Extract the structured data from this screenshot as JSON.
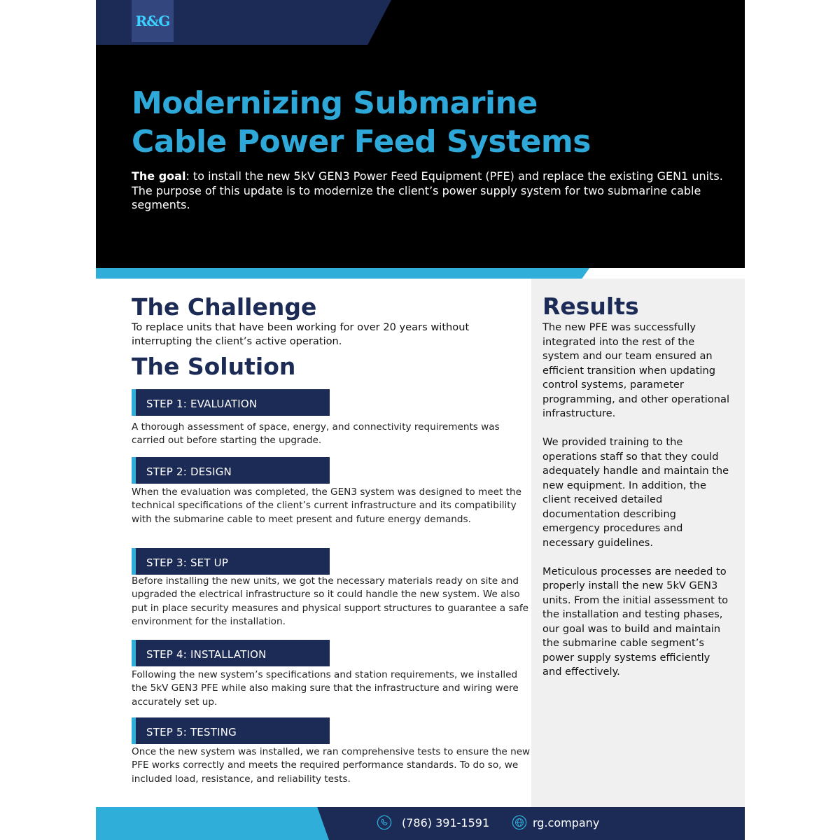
{
  "logo": {
    "text": "R&G"
  },
  "header": {
    "title_line1": "Modernizing Submarine",
    "title_line2": "Cable Power Feed Systems",
    "goal_label": "The goal",
    "goal_text": ": to install the new 5kV GEN3 Power Feed Equipment (PFE) and replace the existing GEN1 units. The purpose of this update is to modernize the client’s power supply system for two submarine cable segments."
  },
  "challenge": {
    "heading": "The Challenge",
    "text": "To replace units that have been working for over 20 years without interrupting the client’s active operation."
  },
  "solution": {
    "heading": "The Solution",
    "steps": [
      {
        "label": "STEP 1: EVALUATION",
        "text": "A thorough assessment of space, energy, and connectivity requirements was carried out before starting the upgrade."
      },
      {
        "label": "STEP 2: DESIGN",
        "text": "When the evaluation was completed, the GEN3 system was designed to meet the technical specifications of the client’s current infrastructure and its compatibility with the submarine cable to meet present and future energy demands."
      },
      {
        "label": "STEP 3: SET UP",
        "text": "Before installing the new units, we got the necessary materials ready on site and upgraded the electrical infrastructure so it could handle the new system. We also put in place security measures and physical support structures to guarantee a safe environment for the installation."
      },
      {
        "label": "STEP 4: INSTALLATION",
        "text": "Following the new system’s specifications and station requirements, we installed the 5kV GEN3 PFE while also making sure that the infrastructure and wiring were accurately set up."
      },
      {
        "label": "STEP 5: TESTING",
        "text": "Once the new system was installed, we ran comprehensive tests to ensure the new PFE works correctly and meets the required performance standards. To do so, we included load, resistance, and reliability tests."
      }
    ]
  },
  "results": {
    "heading": "Results",
    "paragraphs": [
      "The new PFE was successfully integrated into the rest of the system and our team ensured an efficient transition when updating control systems, parameter programming, and other operational infrastructure.",
      "We provided training to the operations staff so that they could adequately handle and maintain the new equipment. In addition, the client received detailed documentation describing emergency procedures and necessary guidelines.",
      "Meticulous processes are needed to properly install the new 5kV GEN3 units. From the initial assessment to the installation and testing phases, our goal was to build and maintain the submarine cable segment’s power supply systems efficiently and effectively."
    ]
  },
  "footer": {
    "phone": "(786) 391-1591",
    "phone_icon": "phone-icon",
    "website": "rg.company",
    "website_icon": "globe-icon"
  },
  "colors": {
    "navy": "#1c2b55",
    "accent_blue": "#2eaed9",
    "title_blue": "#2ea8d8",
    "results_bg": "#f0f0f0"
  }
}
